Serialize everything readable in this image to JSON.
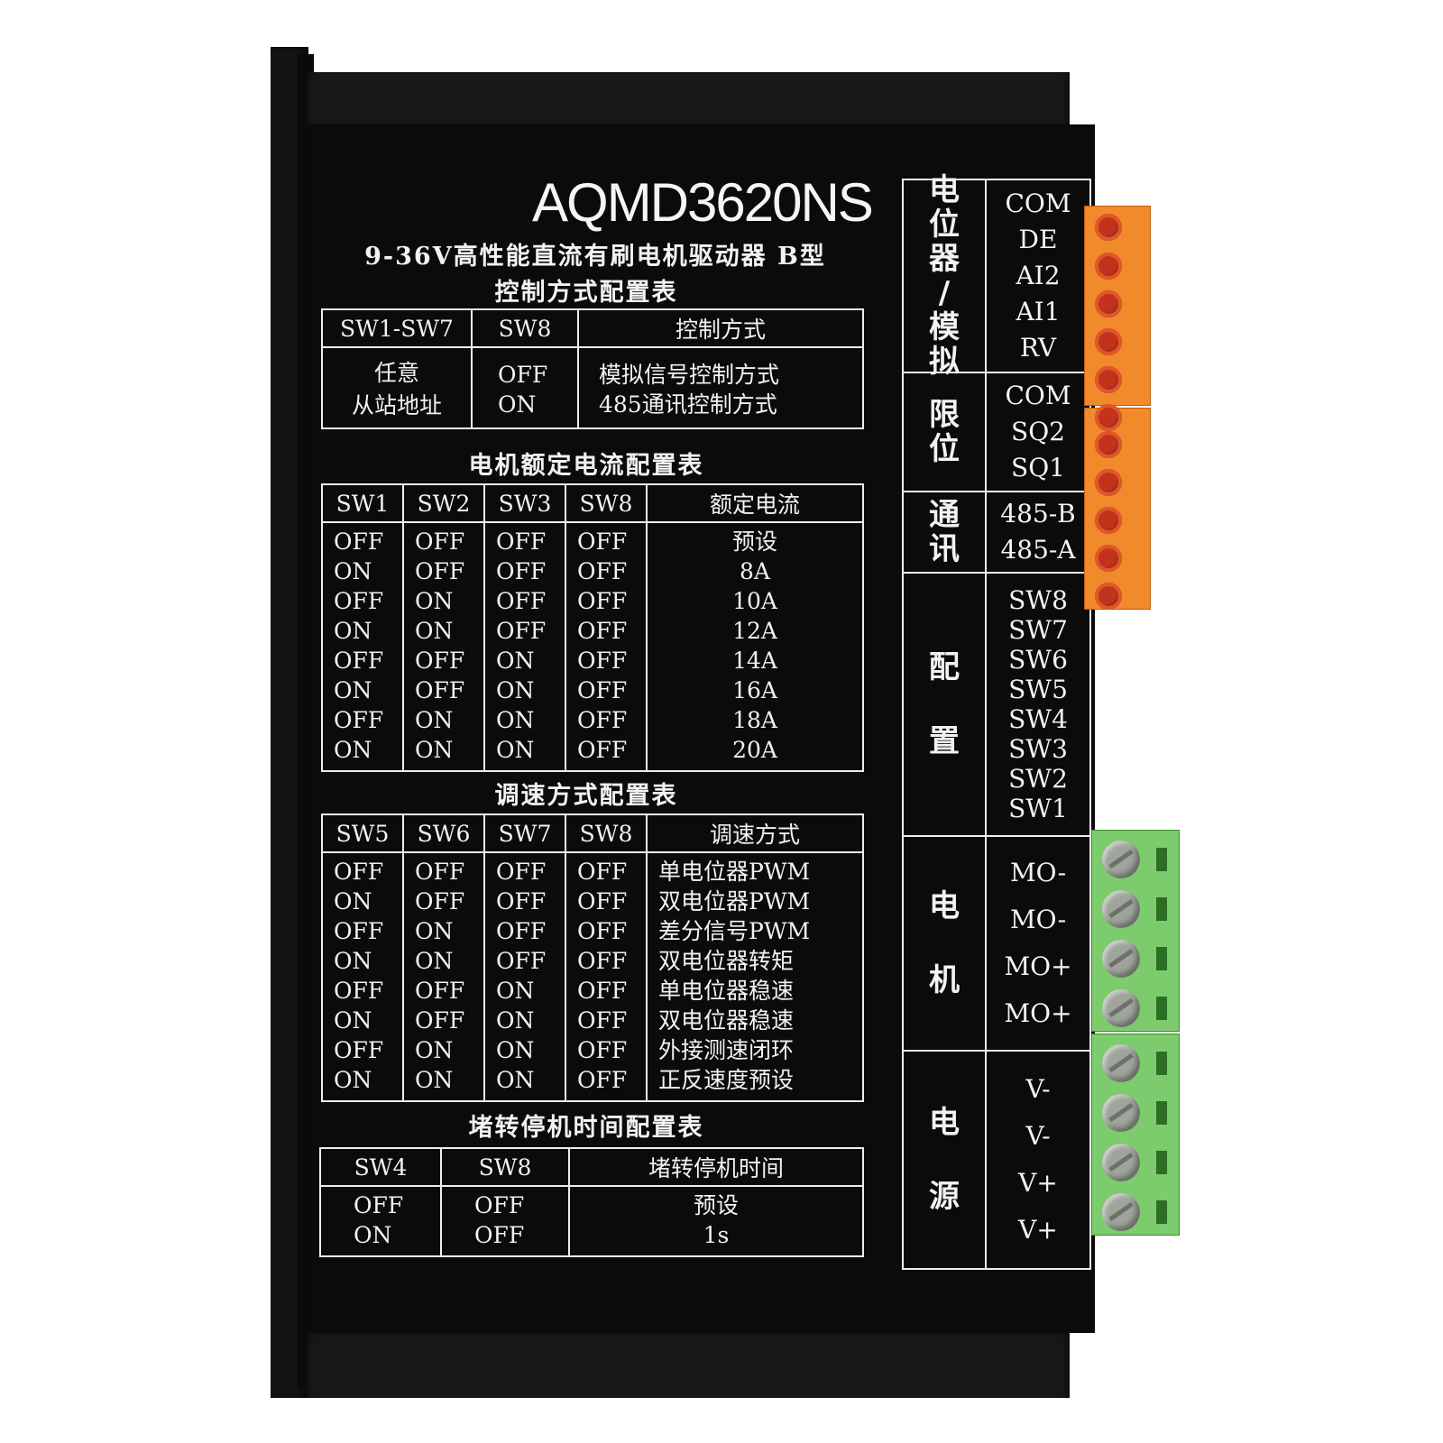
{
  "product": {
    "model": "AQMD3620NS",
    "subtitle": "9-36V高性能直流有刷电机驱动器 B型"
  },
  "control_table": {
    "title": "控制方式配置表",
    "headers": [
      "SW1-SW7",
      "SW8",
      "控制方式"
    ],
    "rows": [
      {
        "sw1_7": "任意\n从站地址",
        "sw8_line1": "OFF",
        "sw8_line2": "ON",
        "mode_line1": "模拟信号控制方式",
        "mode_line2": "485通讯控制方式"
      }
    ]
  },
  "current_table": {
    "title": "电机额定电流配置表",
    "headers": [
      "SW1",
      "SW2",
      "SW3",
      "SW8",
      "额定电流"
    ],
    "rows": [
      [
        "OFF",
        "OFF",
        "OFF",
        "OFF",
        "预设"
      ],
      [
        "ON",
        "OFF",
        "OFF",
        "OFF",
        "8A"
      ],
      [
        "OFF",
        "ON",
        "OFF",
        "OFF",
        "10A"
      ],
      [
        "ON",
        "ON",
        "OFF",
        "OFF",
        "12A"
      ],
      [
        "OFF",
        "OFF",
        "ON",
        "OFF",
        "14A"
      ],
      [
        "ON",
        "OFF",
        "ON",
        "OFF",
        "16A"
      ],
      [
        "OFF",
        "ON",
        "ON",
        "OFF",
        "18A"
      ],
      [
        "ON",
        "ON",
        "ON",
        "OFF",
        "20A"
      ]
    ]
  },
  "speed_table": {
    "title": "调速方式配置表",
    "headers": [
      "SW5",
      "SW6",
      "SW7",
      "SW8",
      "调速方式"
    ],
    "rows": [
      [
        "OFF",
        "OFF",
        "OFF",
        "OFF",
        "单电位器PWM"
      ],
      [
        "ON",
        "OFF",
        "OFF",
        "OFF",
        "双电位器PWM"
      ],
      [
        "OFF",
        "ON",
        "OFF",
        "OFF",
        "差分信号PWM"
      ],
      [
        "ON",
        "ON",
        "OFF",
        "OFF",
        "双电位器转矩"
      ],
      [
        "OFF",
        "OFF",
        "ON",
        "OFF",
        "单电位器稳速"
      ],
      [
        "ON",
        "OFF",
        "ON",
        "OFF",
        "双电位器稳速"
      ],
      [
        "OFF",
        "ON",
        "ON",
        "OFF",
        "外接测速闭环"
      ],
      [
        "ON",
        "ON",
        "ON",
        "OFF",
        "正反速度预设"
      ]
    ]
  },
  "stall_table": {
    "title": "堵转停机时间配置表",
    "headers": [
      "SW4",
      "SW8",
      "堵转停机时间"
    ],
    "rows": [
      [
        "OFF",
        "OFF",
        "预设"
      ],
      [
        "ON",
        "OFF",
        "1s"
      ]
    ]
  },
  "terminals": [
    {
      "label": "电位器/模拟",
      "pins": [
        "COM",
        "DE",
        "AI2",
        "AI1",
        "RV"
      ]
    },
    {
      "label": "限位",
      "pins": [
        "COM",
        "SQ2",
        "SQ1"
      ]
    },
    {
      "label": "通讯",
      "pins": [
        "485-B",
        "485-A"
      ]
    },
    {
      "label": "配置",
      "pins": [
        "SW8",
        "SW7",
        "SW6",
        "SW5",
        "SW4",
        "SW3",
        "SW2",
        "SW1"
      ]
    },
    {
      "label": "电机",
      "pins": [
        "MO-",
        "MO-",
        "MO+",
        "MO+"
      ]
    },
    {
      "label": "电源",
      "pins": [
        "V-",
        "V-",
        "V+",
        "V+"
      ]
    }
  ],
  "colors": {
    "panel": "#0b0b0b",
    "text": "#f2f2f2",
    "orange_connector": "#f08a2a",
    "green_connector": "#7ccb6c"
  }
}
